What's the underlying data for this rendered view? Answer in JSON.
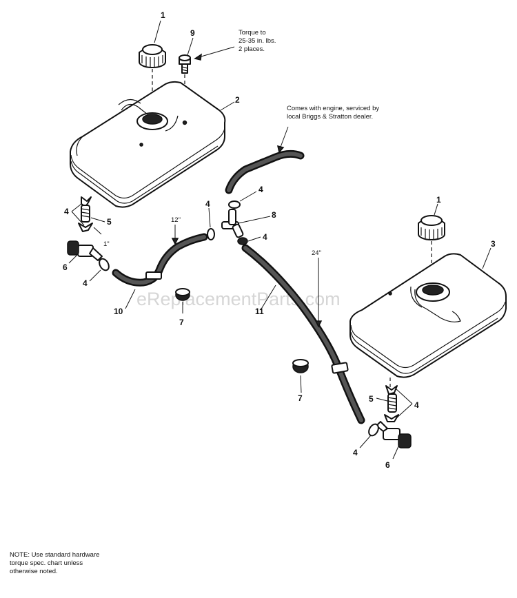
{
  "diagram": {
    "watermark": "eReplacementParts.com",
    "callouts": [
      {
        "id": "c1a",
        "text": "1"
      },
      {
        "id": "c9",
        "text": "9"
      },
      {
        "id": "c2",
        "text": "2"
      },
      {
        "id": "c4a",
        "text": "4"
      },
      {
        "id": "c5a",
        "text": "5"
      },
      {
        "id": "c6a",
        "text": "6"
      },
      {
        "id": "c4b",
        "text": "4"
      },
      {
        "id": "c10",
        "text": "10"
      },
      {
        "id": "c7a",
        "text": "7"
      },
      {
        "id": "c4c",
        "text": "4"
      },
      {
        "id": "c4d",
        "text": "4"
      },
      {
        "id": "c8",
        "text": "8"
      },
      {
        "id": "c4e",
        "text": "4"
      },
      {
        "id": "c11",
        "text": "11"
      },
      {
        "id": "c1b",
        "text": "1"
      },
      {
        "id": "c3",
        "text": "3"
      },
      {
        "id": "c7b",
        "text": "7"
      },
      {
        "id": "c5b",
        "text": "5"
      },
      {
        "id": "c4f",
        "text": "4"
      },
      {
        "id": "c4g",
        "text": "4"
      },
      {
        "id": "c6b",
        "text": "6"
      }
    ],
    "dimensions": {
      "hose_12": "12\"",
      "hose_1": "1\"",
      "hose_24": "24\""
    },
    "notes": {
      "torque": [
        "Torque to",
        "25-35 in. lbs.",
        "2 places."
      ],
      "engine": [
        "Comes with engine, serviced by",
        "local Briggs & Stratton dealer."
      ],
      "footer": [
        "NOTE: Use standard hardware",
        "torque spec. chart unless",
        "otherwise noted."
      ]
    }
  }
}
